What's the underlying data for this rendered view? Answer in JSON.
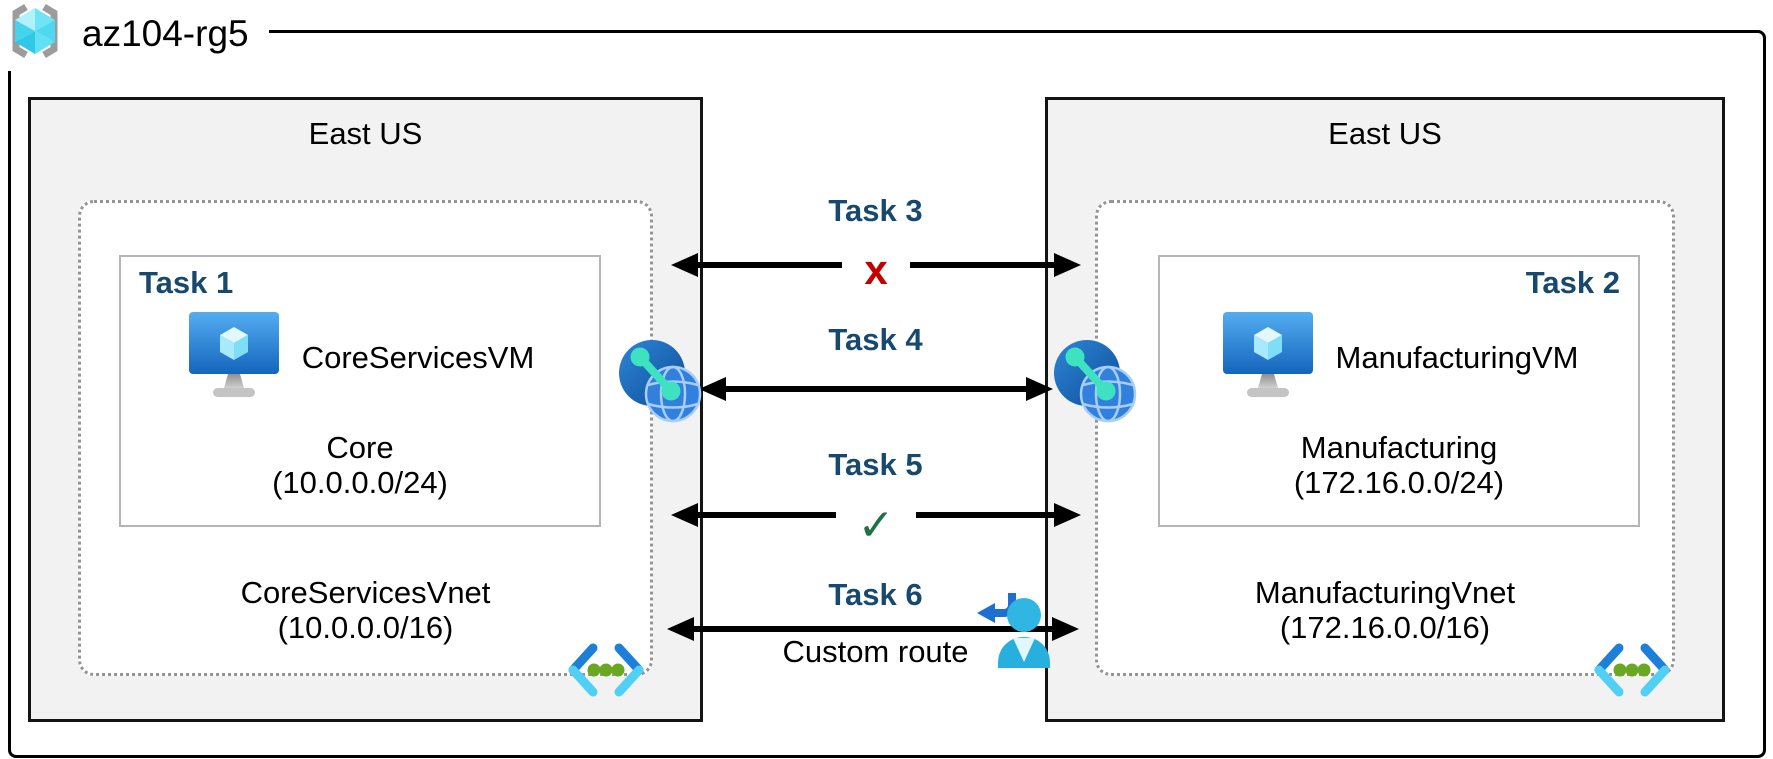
{
  "title": {
    "resource_group": "az104-rg5"
  },
  "regions": {
    "left": {
      "location": "East US",
      "task": "Task 1",
      "vm_name": "CoreServicesVM",
      "subnet": {
        "name": "Core",
        "cidr": "(10.0.0.0/24)"
      },
      "vnet": {
        "name": "CoreServicesVnet",
        "cidr": "(10.0.0.0/16)"
      }
    },
    "right": {
      "location": "East US",
      "task": "Task 2",
      "vm_name": "ManufacturingVM",
      "subnet": {
        "name": "Manufacturing",
        "cidr": "(172.16.0.0/24)"
      },
      "vnet": {
        "name": "ManufacturingVnet",
        "cidr": "(172.16.0.0/16)"
      }
    }
  },
  "connections": {
    "task3": {
      "label": "Task 3",
      "status_symbol": "x",
      "status_color": "#c40000"
    },
    "task4": {
      "label": "Task 4"
    },
    "task5": {
      "label": "Task 5",
      "status_symbol": "✓",
      "status_color": "#1e7245"
    },
    "task6": {
      "label": "Task 6",
      "note": "Custom route"
    }
  },
  "icons": {
    "resource_group": "resource-group-icon (cyan cube in gray brackets)",
    "virtual_machine": "virtual-machine-icon (blue monitor with cube)",
    "network_interface": "network-interface-icon (blue circle, teal link, globe)",
    "virtual_network": "virtual-network-icon (blue chevrons with green dots)",
    "user_route": "user-route-icon (cyan person with blue return arrow)"
  },
  "colors": {
    "task_label": "#17486e",
    "region_fill": "#f2f2f2",
    "cross": "#c40000",
    "check": "#1e7245",
    "arrow": "#000000",
    "dotted_border": "#949494"
  }
}
